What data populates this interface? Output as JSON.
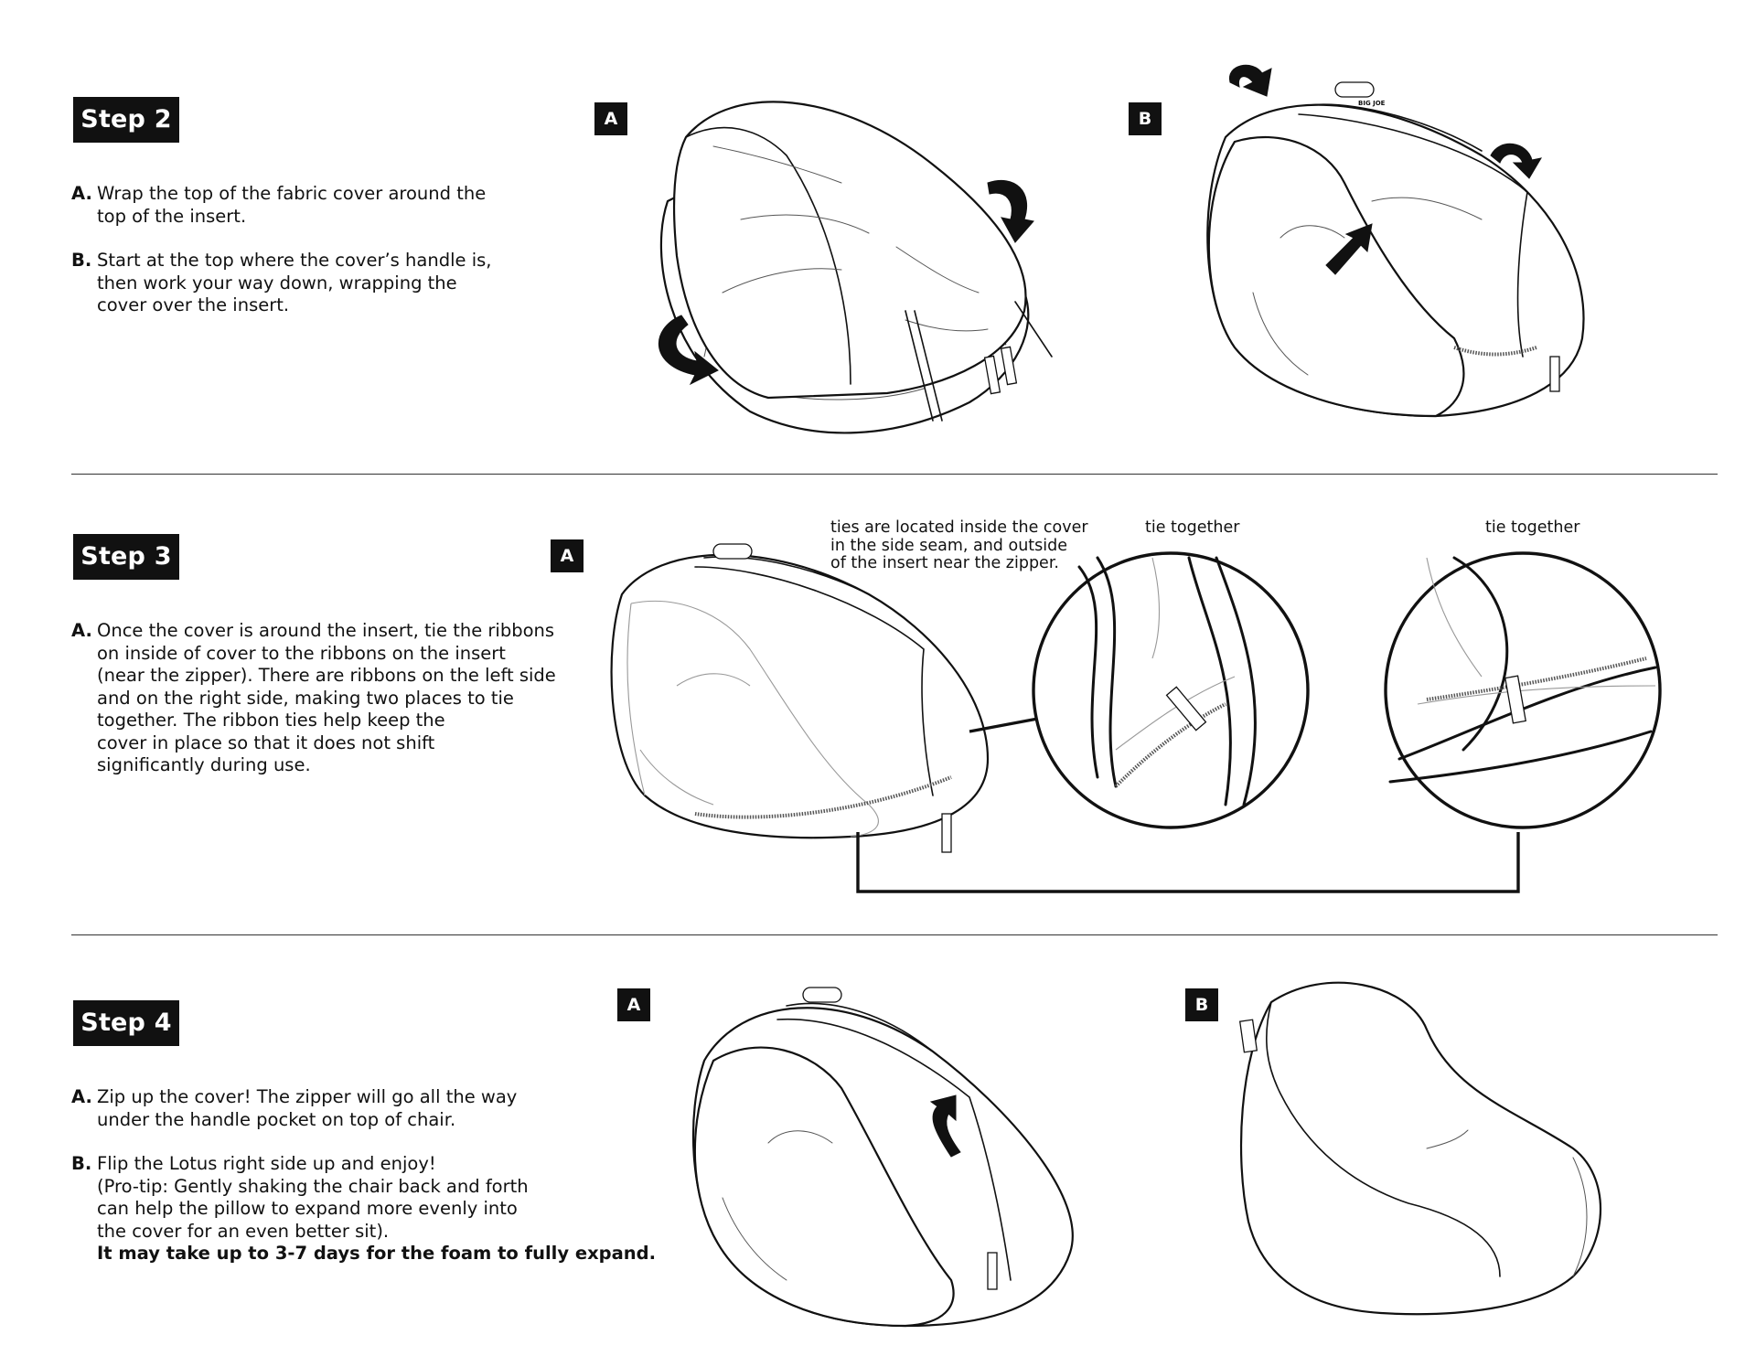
{
  "steps": [
    {
      "title": "Step 2",
      "items": [
        {
          "label": "A.",
          "lines": [
            "Wrap the top of the fabric cover around the",
            "top of the insert."
          ]
        },
        {
          "label": "B.",
          "lines": [
            "Start at the top where the cover’s handle is,",
            "then work your way down, wrapping the",
            "cover over the insert."
          ]
        }
      ],
      "panels": [
        "A",
        "B"
      ]
    },
    {
      "title": "Step 3",
      "items": [
        {
          "label": "A.",
          "lines": [
            "Once the cover is around the insert, tie the ribbons",
            "on inside of cover to the ribbons on the insert",
            "(near the zipper). There are ribbons on the left side",
            "and on the right side, making two places to tie",
            "together. The ribbon ties help keep the",
            "cover in place so that it does not shift",
            "significantly during use."
          ]
        }
      ],
      "panels": [
        "A"
      ],
      "callouts": {
        "ties_location": [
          "ties are located inside the cover",
          "in the side seam, and outside",
          "of the insert near the zipper."
        ],
        "tie_left": "tie together",
        "tie_right": "tie together"
      }
    },
    {
      "title": "Step 4",
      "items": [
        {
          "label": "A.",
          "lines": [
            "Zip up the cover! The zipper will go all the way",
            "under the handle pocket on top of chair."
          ]
        },
        {
          "label": "B.",
          "lines": [
            "Flip the Lotus right side up and enjoy!",
            "(Pro-tip: Gently shaking the chair back and forth",
            "can help the pillow to expand more evenly into",
            "the cover for an even better sit)."
          ],
          "bold_line": "It may take up to 3-7 days for the foam to fully expand."
        }
      ],
      "panels": [
        "A",
        "B"
      ]
    }
  ],
  "brand_tag": "BIG JOE"
}
